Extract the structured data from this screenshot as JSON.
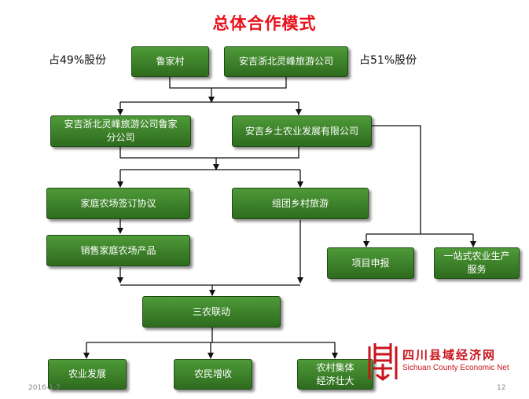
{
  "title": "总体合作模式",
  "share_left": "占49%股份",
  "share_right": "占51%股份",
  "nodes": {
    "lujiacun": "鲁家村",
    "anji_tourism": "安吉浙北灵峰旅游公司",
    "anji_branch": "安吉浙北灵峰旅游公司鲁家分公司",
    "anji_agri": "安吉乡土农业发展有限公司",
    "family_farm_contract": "家庭农场签订协议",
    "group_tour": "组团乡村旅游",
    "sell_products": "销售家庭农场产品",
    "project_report": "项目申报",
    "one_stop_service": "一站式农业生产服务",
    "sannong": "三农联动",
    "agri_development": "农业发展",
    "farmer_income": "农民增收",
    "collective_economy": "农村集体经济壮大"
  },
  "footer": {
    "date": "2016-1-7",
    "page": "12",
    "logo_cn": "四川县域经济网",
    "logo_en": "Sichuan County Economic Net"
  },
  "colors": {
    "title": "#e8101a",
    "box_top": "#4e9a38",
    "box_bottom": "#2e6b1e",
    "logo": "#c8141c"
  }
}
